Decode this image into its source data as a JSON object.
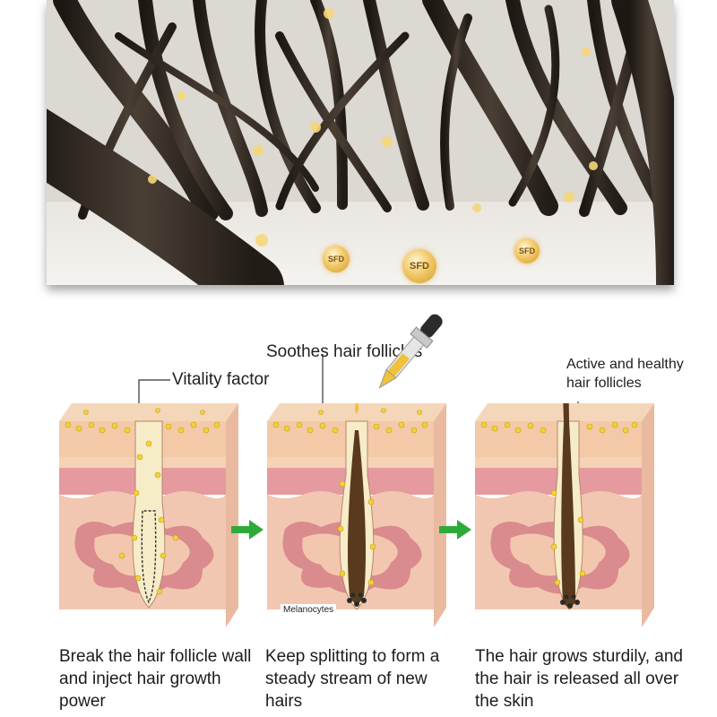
{
  "hero": {
    "bubble_text": "SFD",
    "colors": {
      "hair": "#3a3128",
      "bubble": "#f1c96a"
    }
  },
  "labels": {
    "vitality": "Vitality factor",
    "soothes": "Soothes hair follicles",
    "active": "Active and healthy hair follicles",
    "melanocytes": "Melanocytes"
  },
  "captions": [
    "Break the hair follicle wall and inject hair growth power",
    "Keep splitting to form a steady stream of new hairs",
    "The hair grows sturdily, and the hair is released all over the skin"
  ],
  "colors": {
    "skin_top": "#f3c9a7",
    "skin_pink": "#e8a0a4",
    "dermis": "#f0c6b4",
    "arrow": "#2eaa3a",
    "granule": "#f2d234",
    "hair_shaft": "#5a3a1e"
  },
  "icons": {
    "arrow": "right-arrow-icon",
    "dropper": "dropper-icon"
  }
}
